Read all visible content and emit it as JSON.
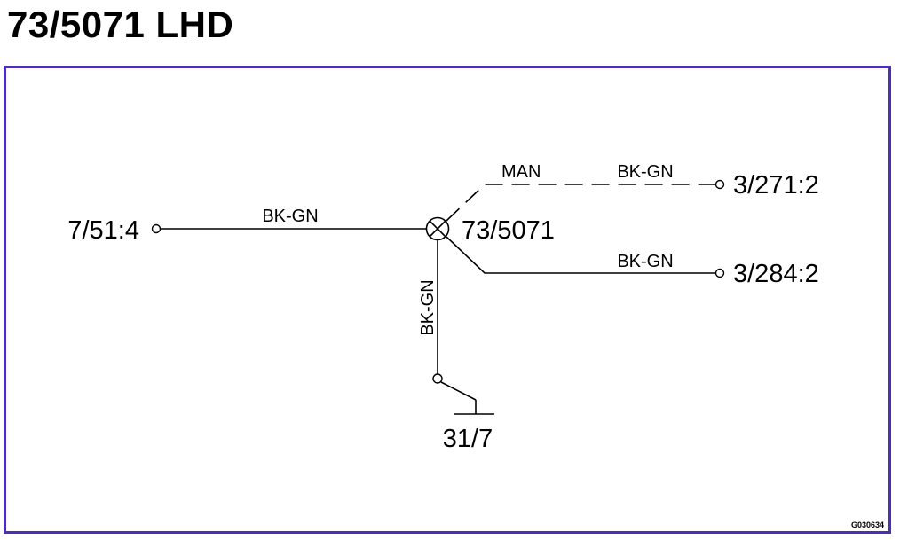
{
  "title": "73/5071 LHD",
  "diagram": {
    "splice_label": "73/5071",
    "terminals": {
      "left": "7/51:4",
      "top_right": "3/271:2",
      "bottom_right": "3/284:2",
      "ground": "31/7"
    },
    "wire_labels": {
      "left": "BK-GN",
      "man": "MAN",
      "top_right": "BK-GN",
      "bottom_right": "BK-GN",
      "vertical": "BK-GN"
    },
    "reference_code": "G030634"
  },
  "colors": {
    "frame": "#4b2fb5",
    "ink": "#000000"
  }
}
